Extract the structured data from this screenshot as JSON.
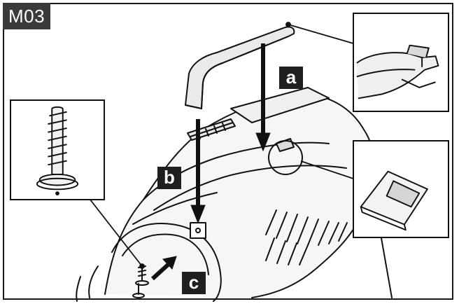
{
  "step_badge": "M03",
  "labels": {
    "a": "a",
    "b": "b",
    "c": "c"
  },
  "colors": {
    "badge_bg": "#3a3a3a",
    "label_bg": "#1f1f1f",
    "line": "#111111",
    "body_fill": "#f4f4f4"
  },
  "icons": {
    "handle": "carry-handle",
    "screw": "screw",
    "hook": "handle-hook-detail",
    "slot": "slot-detail"
  }
}
